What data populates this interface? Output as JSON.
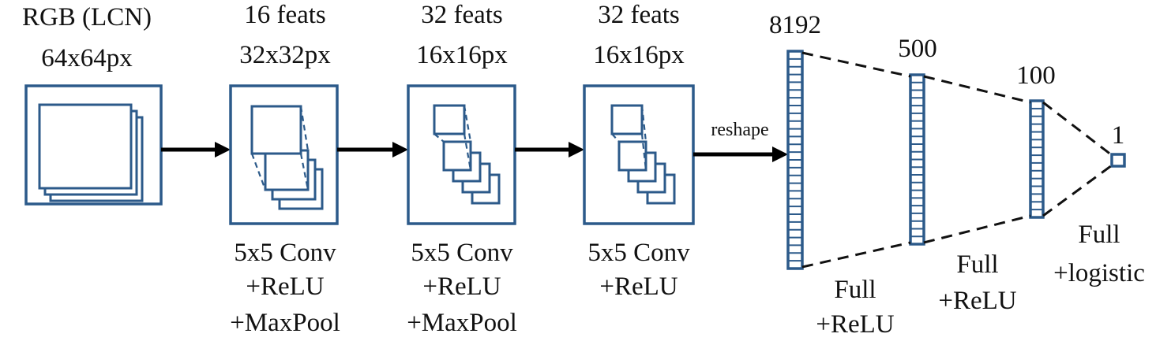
{
  "colors": {
    "box_stroke": "#2c5a8a",
    "arrow": "#000000",
    "text": "#111111"
  },
  "input": {
    "title": "RGB (LCN)",
    "size": "64x64px"
  },
  "conv1": {
    "feats": "16 feats",
    "size": "32x32px",
    "op_line1": "5x5 Conv",
    "op_line2": "+ReLU",
    "op_line3": "+MaxPool"
  },
  "conv2": {
    "feats": "32 feats",
    "size": "16x16px",
    "op_line1": "5x5 Conv",
    "op_line2": "+ReLU",
    "op_line3": "+MaxPool"
  },
  "conv3": {
    "feats": "32 feats",
    "size": "16x16px",
    "op_line1": "5x5 Conv",
    "op_line2": "+ReLU"
  },
  "reshape_label": "reshape",
  "fc1": {
    "units": "8192",
    "op_line1": "Full",
    "op_line2": "+ReLU"
  },
  "fc2": {
    "units": "500",
    "op_line1": "Full",
    "op_line2": "+ReLU"
  },
  "fc3": {
    "units": "100",
    "op_line1": "Full",
    "op_line2": "+logistic"
  },
  "output": {
    "units": "1"
  }
}
